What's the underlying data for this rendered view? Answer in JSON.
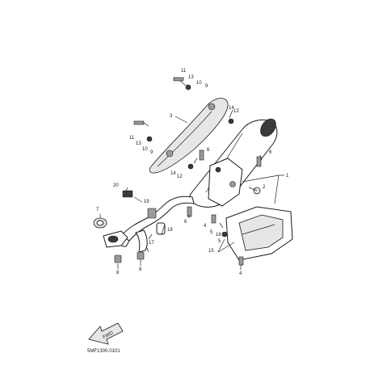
{
  "diagram": {
    "code": "5MF1300-0101",
    "fwd_label": "FWD",
    "callouts": {
      "c1": "1",
      "c2": "2",
      "c3": "3",
      "c4": "4",
      "c5a": "5",
      "c5b": "5",
      "c6a": "6",
      "c6b": "6",
      "c6c": "6",
      "c7": "7",
      "c8a": "8",
      "c8b": "8",
      "c9a": "9",
      "c9b": "9",
      "c10a": "10",
      "c10b": "10",
      "c11a": "11",
      "c11b": "11",
      "c12a": "12",
      "c12b": "12",
      "c13a": "13",
      "c13b": "13",
      "c14a": "14",
      "c14b": "14",
      "c15": "15",
      "c16": "16",
      "c17": "17",
      "c18": "18",
      "c19": "19",
      "c20": "20"
    }
  }
}
